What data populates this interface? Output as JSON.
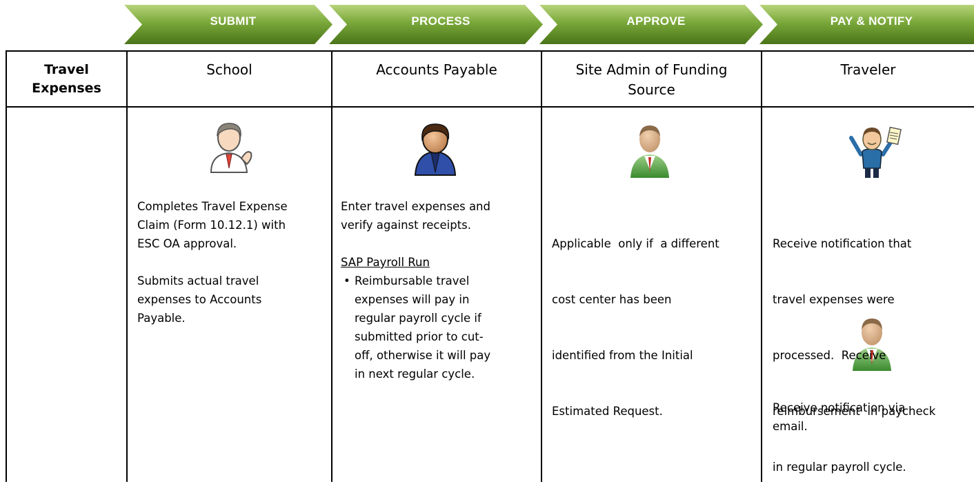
{
  "stages": [
    {
      "label": "SUBMIT"
    },
    {
      "label": "PROCESS"
    },
    {
      "label": "APPROVE"
    },
    {
      "label": "PAY & NOTIFY"
    }
  ],
  "row_label": {
    "line1": "Travel",
    "line2": "Expenses"
  },
  "roles": [
    {
      "line1": "School",
      "line2": ""
    },
    {
      "line1": "Accounts Payable",
      "line2": ""
    },
    {
      "line1": "Site Admin of Funding",
      "line2": "Source"
    },
    {
      "line1": "Traveler",
      "line2": ""
    }
  ],
  "submit": {
    "icon": "waving-person-icon",
    "lines_a": [
      "Completes Travel Expense",
      "Claim (Form 10.12.1) with",
      "ESC OA approval."
    ],
    "lines_b": [
      "Submits actual travel",
      "expenses to Accounts",
      "Payable."
    ]
  },
  "process": {
    "icon": "person-dark-icon",
    "lines_a": [
      "Enter travel expenses and",
      "verify against receipts."
    ],
    "subheading": "SAP Payroll Run",
    "bullet_lines": [
      "Reimbursable travel",
      "expenses will pay in",
      "regular payroll cycle if",
      "submitted prior to cut-",
      "off, otherwise it will pay",
      "in next regular cycle."
    ]
  },
  "approve": {
    "icon": "person-green-icon",
    "lines_a": [
      "Applicable  only if  a different",
      "cost center has been",
      "identified from the Initial",
      "Estimated Request."
    ]
  },
  "pay": {
    "icon": "person-with-receipt-icon",
    "lines_a": [
      "Receive notification that",
      "travel expenses were",
      "processed.  Receive",
      "reimbursement  in paycheck",
      "in regular payroll cycle."
    ],
    "icon2": "person-green-icon",
    "lines_b": [
      "Receive notification via",
      "email."
    ]
  },
  "colors": {
    "chevron_light": "#a9c96a",
    "chevron_dark": "#4f7a1e",
    "line": "#000000"
  }
}
